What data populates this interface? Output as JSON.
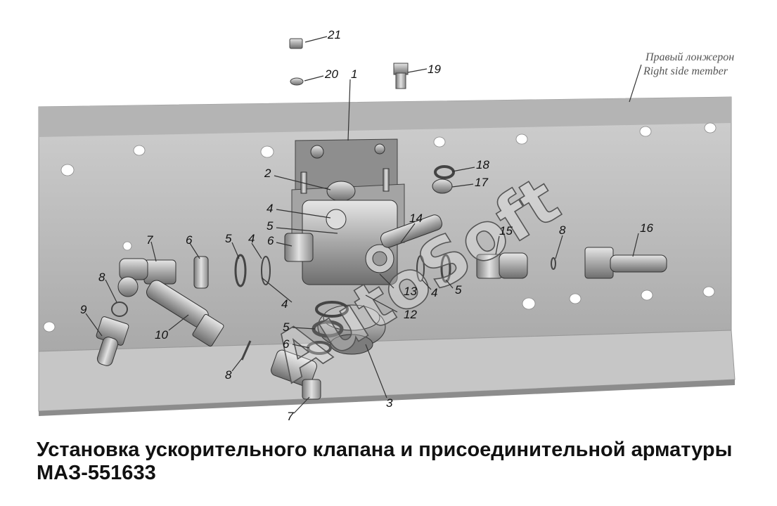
{
  "member_label": {
    "ru": "Правый лонжерон",
    "en": "Right side member"
  },
  "watermark": "AutoSoft",
  "caption": {
    "line1": "Установка ускорительного клапана и присоединительной арматуры",
    "line2": "МАЗ-551633"
  },
  "callouts": [
    "21",
    "20",
    "1",
    "19",
    "2",
    "18",
    "17",
    "4",
    "5",
    "14",
    "15",
    "8",
    "16",
    "6",
    "7",
    "6",
    "5",
    "4",
    "13",
    "4",
    "5",
    "12",
    "8",
    "9",
    "4",
    "10",
    "5",
    "6",
    "8",
    "3",
    "7"
  ],
  "colors": {
    "frame": "#c2c2c2",
    "frame_dark": "#8e8e8e",
    "part": "#9a9a9a",
    "text": "#111111"
  }
}
